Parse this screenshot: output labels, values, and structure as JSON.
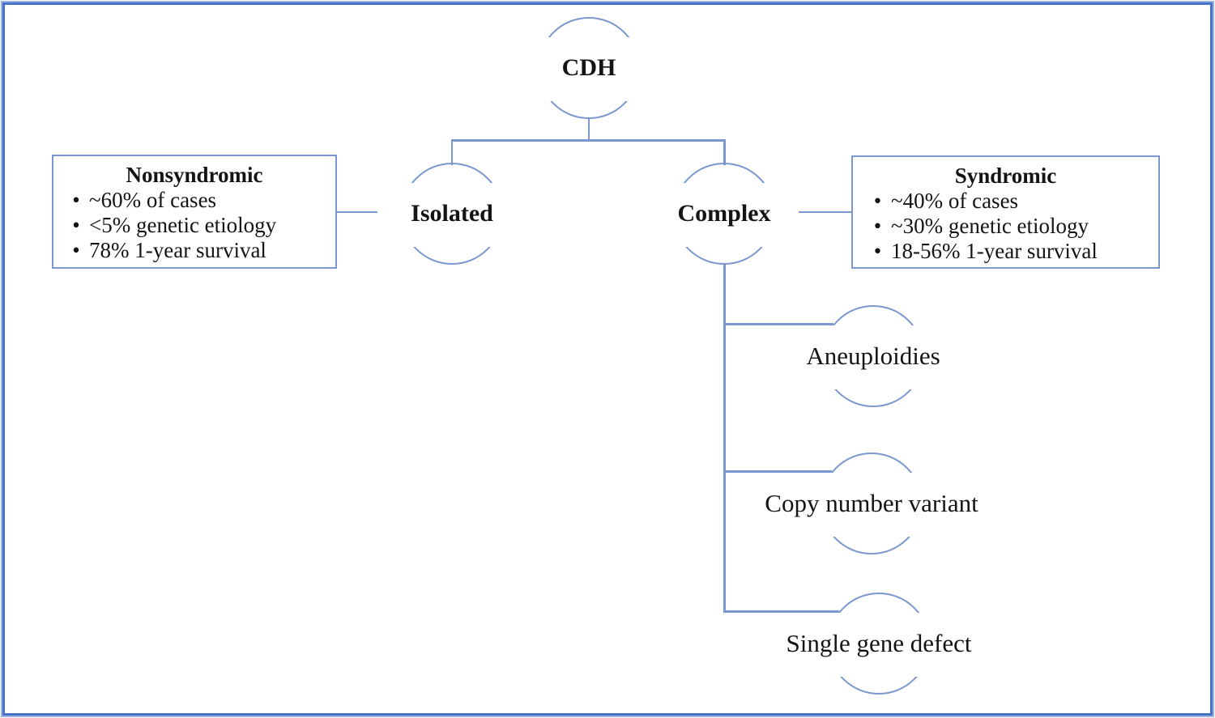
{
  "colors": {
    "line": "#7b97cf",
    "frame": "#4673c8",
    "frame_halo": "#9db3e0",
    "text": "#141414"
  },
  "bullet_char": "•",
  "root": {
    "label": "CDH"
  },
  "branches": {
    "isolated": {
      "label": "Isolated"
    },
    "complex": {
      "label": "Complex"
    }
  },
  "nonsyndromic_box": {
    "title": "Nonsyndromic",
    "bullets": [
      "~60% of cases",
      "<5% genetic etiology",
      "78% 1-year survival"
    ]
  },
  "syndromic_box": {
    "title": "Syndromic",
    "bullets": [
      "~40% of cases",
      "~30% genetic etiology",
      "18-56% 1-year survival"
    ]
  },
  "complex_subtypes": [
    {
      "label": "Aneuploidies"
    },
    {
      "label": "Copy number variant"
    },
    {
      "label": "Single gene defect"
    }
  ]
}
